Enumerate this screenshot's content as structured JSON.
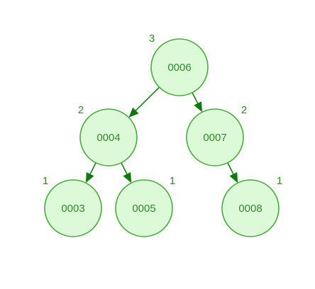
{
  "tree": {
    "nodes": [
      {
        "id": "n0006",
        "label": "0006",
        "height": "3"
      },
      {
        "id": "n0004",
        "label": "0004",
        "height": "2"
      },
      {
        "id": "n0007",
        "label": "0007",
        "height": "2"
      },
      {
        "id": "n0003",
        "label": "0003",
        "height": "1"
      },
      {
        "id": "n0005",
        "label": "0005",
        "height": "1"
      },
      {
        "id": "n0008",
        "label": "0008",
        "height": "1"
      }
    ],
    "edges": [
      {
        "from": "n0006",
        "to": "n0004"
      },
      {
        "from": "n0006",
        "to": "n0007"
      },
      {
        "from": "n0004",
        "to": "n0003"
      },
      {
        "from": "n0004",
        "to": "n0005"
      },
      {
        "from": "n0007",
        "to": "n0008"
      }
    ]
  },
  "colors": {
    "node_fill": "#dcfad7",
    "node_stroke": "#4aaa3e",
    "text": "#2f8a2a",
    "edge": "#1b7a18"
  }
}
